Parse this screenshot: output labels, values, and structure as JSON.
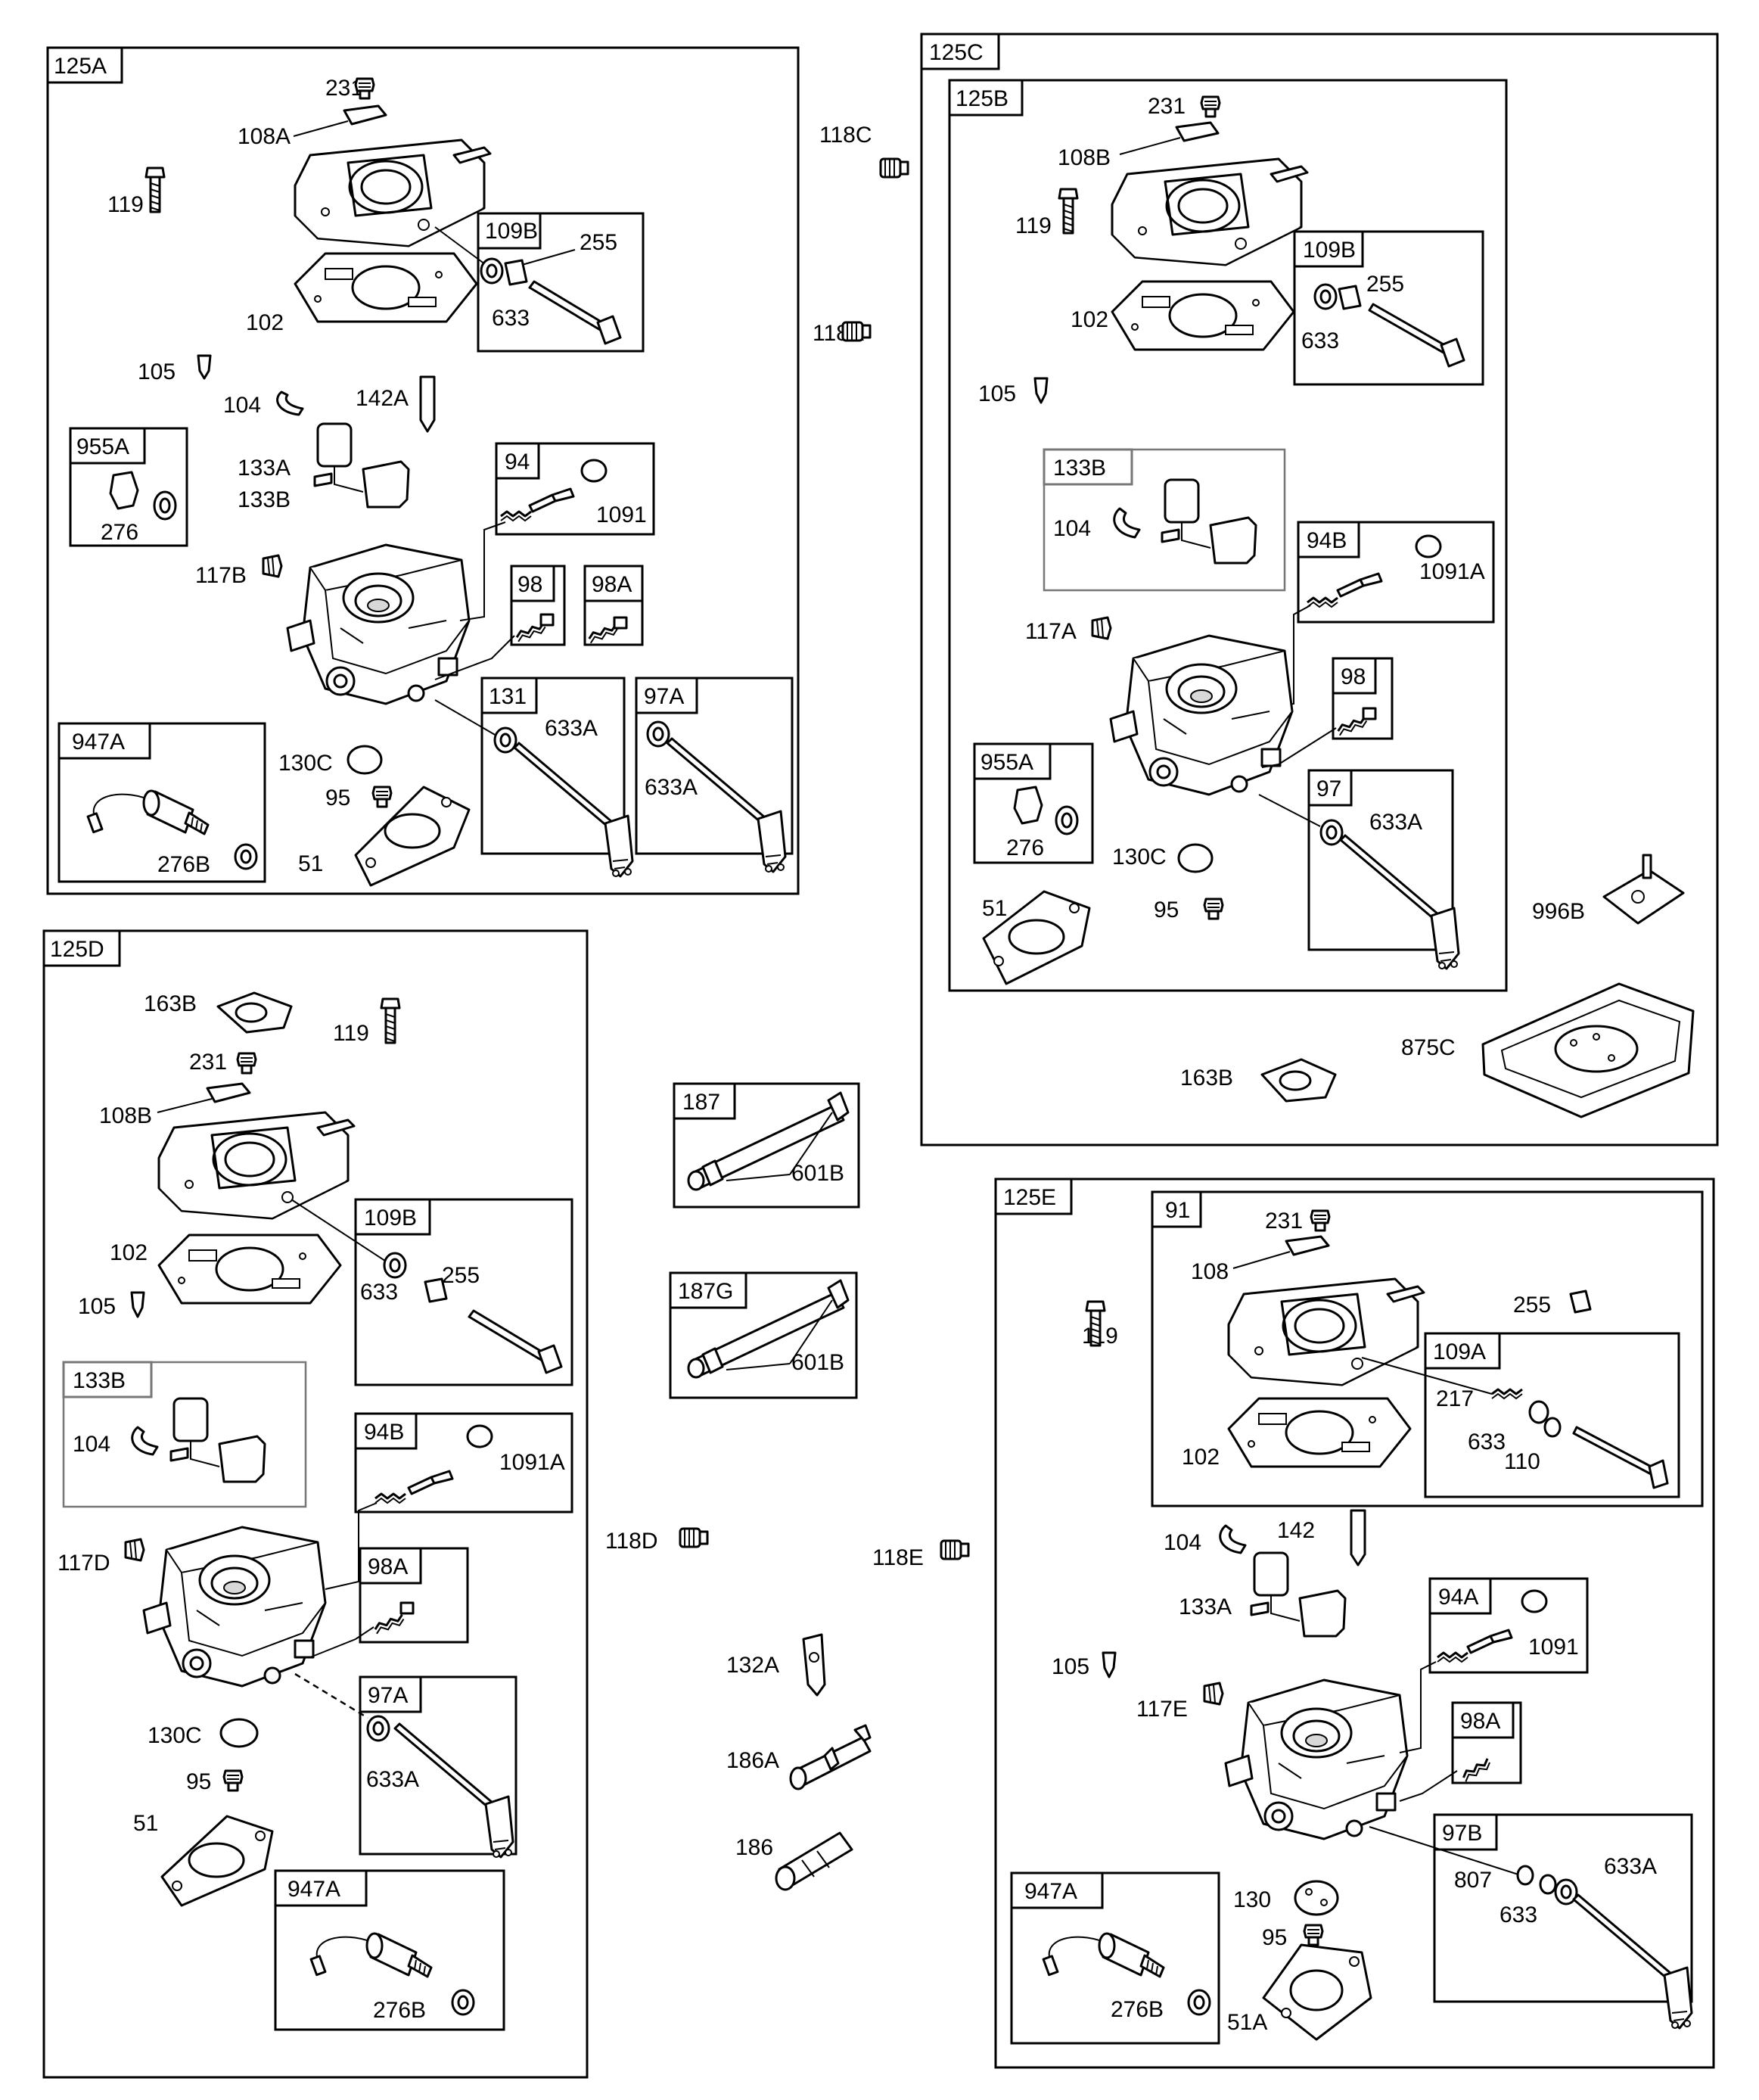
{
  "groups": {
    "g125A": "125A",
    "g125B": "125B",
    "g125C": "125C",
    "g125D": "125D",
    "g125E": "125E",
    "g955A_a": "955A",
    "g94": "94",
    "g98_a": "98",
    "g98A_a": "98A",
    "g131": "131",
    "g97A_a": "97A",
    "g947A_a": "947A",
    "g109B_a": "109B",
    "g109B_b": "109B",
    "g133B_b": "133B",
    "g94B_b": "94B",
    "g98_b": "98",
    "g97_b": "97",
    "g955A_b": "955A",
    "g109B_d": "109B",
    "g133B_d": "133B",
    "g94B_d": "94B",
    "g98A_d": "98A",
    "g97A_d": "97A",
    "g947A_d": "947A",
    "g187": "187",
    "g187G": "187G",
    "g91": "91",
    "g109A": "109A",
    "g94A": "94A",
    "g98A_e": "98A",
    "g97B": "97B",
    "g947A_e": "947A"
  },
  "labels": {
    "a231": "231",
    "a108A": "108A",
    "a119": "119",
    "a102": "102",
    "a255": "255",
    "a633": "633",
    "a105": "105",
    "a104": "104",
    "a142A": "142A",
    "a133A": "133A",
    "a133B": "133B",
    "a276": "276",
    "a1091": "1091",
    "a117B": "117B",
    "a633A": "633A",
    "a633A2": "633A",
    "a130C": "130C",
    "a95": "95",
    "a51": "51",
    "a276B": "276B",
    "c118C": "118C",
    "c118A": "118A",
    "b231": "231",
    "b108B": "108B",
    "b119": "119",
    "b102": "102",
    "b255": "255",
    "b633": "633",
    "b105": "105",
    "b104": "104",
    "b1091A": "1091A",
    "b117A": "117A",
    "b276": "276",
    "b633A": "633A",
    "b130C": "130C",
    "b95": "95",
    "b51": "51",
    "c996B": "996B",
    "c163B": "163B",
    "c875C": "875C",
    "d163B": "163B",
    "d119": "119",
    "d231": "231",
    "d108B": "108B",
    "d102": "102",
    "d633": "633",
    "d255": "255",
    "d105": "105",
    "d104": "104",
    "d1091A": "1091A",
    "d117D": "117D",
    "d130C": "130C",
    "d633A": "633A",
    "d95": "95",
    "d51": "51",
    "d276B": "276B",
    "m601B": "601B",
    "m601B2": "601B",
    "m118D": "118D",
    "m118E": "118E",
    "m132A": "132A",
    "m186A": "186A",
    "m186": "186",
    "e231": "231",
    "e108": "108",
    "e119": "119",
    "e255": "255",
    "e217": "217",
    "e633": "633",
    "e110": "110",
    "e102": "102",
    "e104": "104",
    "e142": "142",
    "e133A": "133A",
    "e1091": "1091",
    "e105": "105",
    "e117E": "117E",
    "e807": "807",
    "e633A": "633A",
    "e633b": "633",
    "e130": "130",
    "e95": "95",
    "e276B": "276B",
    "e51A": "51A"
  }
}
